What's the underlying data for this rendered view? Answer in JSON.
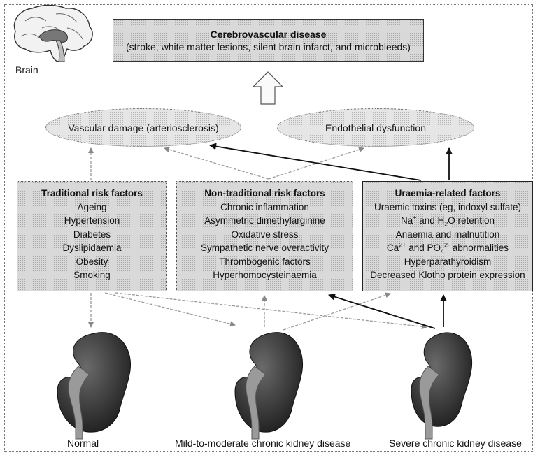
{
  "brain_label": "Brain",
  "top": {
    "title": "Cerebrovascular disease",
    "subtitle": "(stroke, white matter lesions, silent brain infarct, and microbleeds)"
  },
  "ellipses": {
    "vascular": "Vascular damage (arteriosclerosis)",
    "endothelial": "Endothelial dysfunction"
  },
  "traditional": {
    "title": "Traditional risk factors",
    "items": [
      "Ageing",
      "Hypertension",
      "Diabetes",
      "Dyslipidaemia",
      "Obesity",
      "Smoking"
    ]
  },
  "nontraditional": {
    "title": "Non-traditional risk factors",
    "items": [
      "Chronic inflammation",
      "Asymmetric dimethylarginine",
      "Oxidative stress",
      "Sympathetic nerve overactivity",
      "Thrombogenic factors",
      "Hyperhomocysteinaemia"
    ]
  },
  "uraemia": {
    "title": "Uraemia-related factors",
    "item1": "Uraemic toxins (eg, indoxyl sulfate)",
    "item2_a": "Na",
    "item2_sup": "+",
    "item2_b": " and H",
    "item2_sub": "2",
    "item2_c": "O retention",
    "item3": "Anaemia and malnutition",
    "item4_a": "Ca",
    "item4_sup1": "2+",
    "item4_b": " and PO",
    "item4_sub": "4",
    "item4_sup2": "2-",
    "item4_c": " abnormalities",
    "item5": "Hyperparathyroidism",
    "item6": "Decreased Klotho protein expression"
  },
  "kidneys": {
    "normal": "Normal",
    "mild": "Mild-to-moderate chronic kidney disease",
    "severe": "Severe chronic kidney disease"
  },
  "colors": {
    "kidney_dark": "#2b2b2b",
    "ureter": "#9a9a9a",
    "box_fill": "#d9d9d9"
  }
}
